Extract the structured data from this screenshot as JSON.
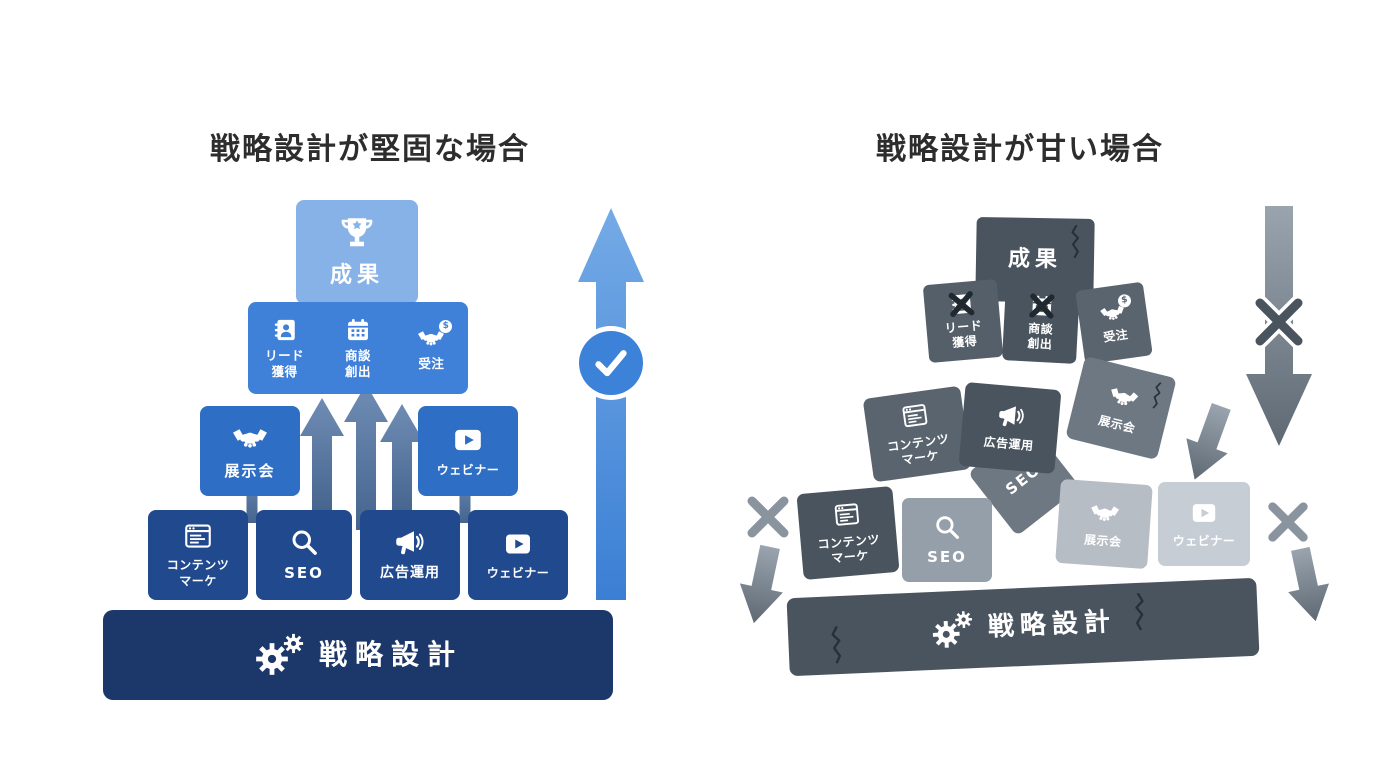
{
  "left_panel": {
    "title": "戦略設計が堅固な場合",
    "result_box": {
      "label": "成果",
      "icon": "trophy-icon"
    },
    "kpi_row": [
      {
        "label": "リード\n獲得",
        "icon": "address-book-icon"
      },
      {
        "label": "商談\n創出",
        "icon": "calendar-icon"
      },
      {
        "label": "受注",
        "icon": "handshake-icon",
        "badge": "$"
      }
    ],
    "mid_row": [
      {
        "label": "展示会",
        "icon": "handshake-icon"
      },
      {
        "label": "ウェビナー",
        "icon": "video-icon"
      }
    ],
    "base_row": [
      {
        "label": "コンテンツ\nマーケ",
        "icon": "browser-icon"
      },
      {
        "label": "SEO",
        "icon": "search-icon"
      },
      {
        "label": "広告運用",
        "icon": "megaphone-icon"
      },
      {
        "label": "ウェビナー",
        "icon": "video-icon"
      }
    ],
    "foundation": {
      "label": "戦略設計",
      "icon": "gears-icon"
    }
  },
  "right_panel": {
    "title": "戦略設計が甘い場合",
    "result_box": {
      "label": "成果"
    },
    "kpi_row": [
      {
        "label": "リード\n獲得",
        "icon": "address-book-icon",
        "crossed": true
      },
      {
        "label": "商談\n創出",
        "icon": "calendar-icon",
        "crossed": true
      },
      {
        "label": "受注",
        "icon": "handshake-icon",
        "badge": "$"
      }
    ],
    "scattered": [
      {
        "label": "コンテンツ\nマーケ",
        "icon": "browser-icon"
      },
      {
        "label": "広告運用",
        "icon": "megaphone-icon"
      },
      {
        "label": "展示会",
        "icon": "handshake-icon"
      },
      {
        "label": "SEO"
      },
      {
        "label": "コンテンツ\nマーケ",
        "icon": "browser-icon"
      },
      {
        "label": "SEO",
        "icon": "search-icon"
      },
      {
        "label": "展示会",
        "icon": "handshake-icon"
      },
      {
        "label": "ウェビナー",
        "icon": "video-icon"
      }
    ],
    "foundation": {
      "label": "戦略設計",
      "icon": "gears-icon"
    }
  },
  "colors": {
    "result_blue": "#86b2e8",
    "kpi_blue": "#3f81d8",
    "mid_blue": "#2e6fc5",
    "base_blue": "#21498e",
    "navy": "#1c3769",
    "check_blue": "#3b82d8",
    "slate_dark": "#4a545e",
    "slate": "#555f69",
    "slate2": "#5a646e",
    "slate_mid": "#6e7882",
    "slate_light": "#959fa9",
    "gray_light": "#b7bdc5",
    "gray_faint": "#c7cdd4",
    "x_gray": "#8a949e",
    "crack": "#272f37",
    "title_text": "#2d2d2d"
  }
}
